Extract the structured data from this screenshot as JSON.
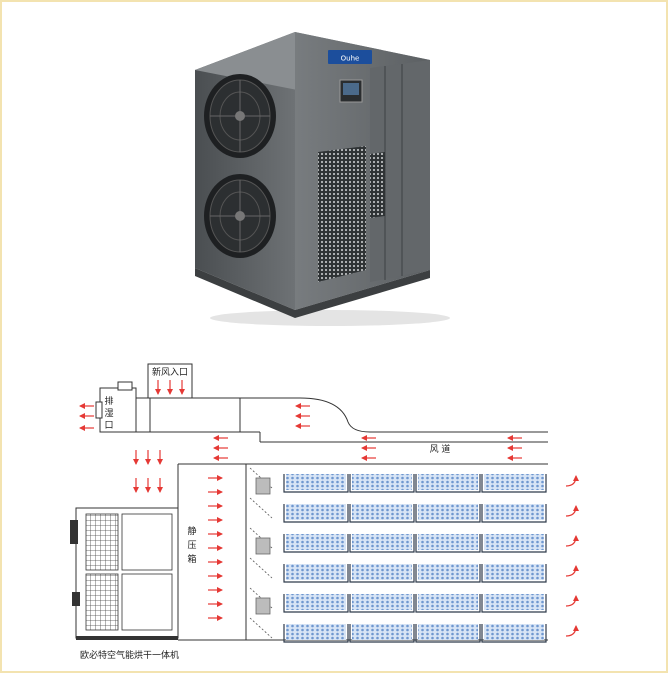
{
  "product": {
    "brand_badge": "Ouhe"
  },
  "diagram": {
    "fresh_air_inlet": "新风入口",
    "exhaust_chars": [
      "排",
      "湿",
      "口"
    ],
    "air_duct": "风  道",
    "plenum_chars": [
      "静",
      "压",
      "箱"
    ],
    "unit_caption": "欧必特空气能烘干一体机"
  },
  "colors": {
    "arrow": "#e53935",
    "line": "#333333",
    "tray": "#9bb8e0",
    "unit_body": "#6b6f72",
    "panel_dark": "#3e4245"
  },
  "icons": [
    "fan-icon",
    "arrow-icon"
  ]
}
